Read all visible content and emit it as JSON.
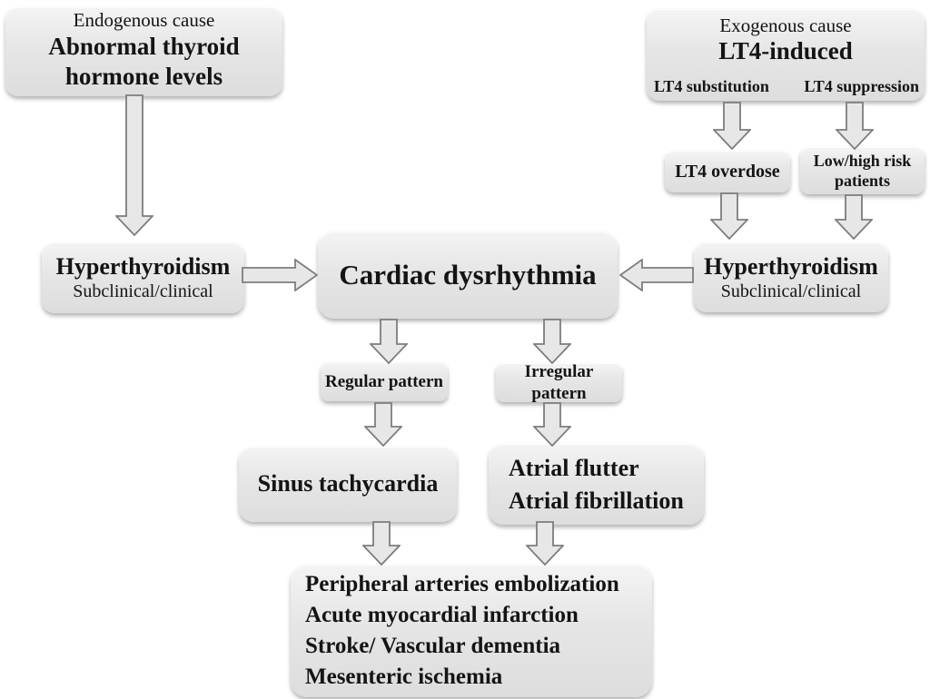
{
  "colors": {
    "background": "#ffffff",
    "box_fill": "#e4e4e4",
    "box_fill_highlight": "#f4f4f4",
    "arrow_fill": "#e7e7e7",
    "arrow_stroke": "#7d7d7d",
    "text": "#141414"
  },
  "nodes": {
    "endogenous": {
      "subtitle": "Endogenous cause",
      "title": "Abnormal thyroid hormone levels"
    },
    "exogenous": {
      "subtitle": "Exogenous cause",
      "title": "LT4-induced",
      "left_label": "LT4 substitution",
      "right_label": "LT4 suppression"
    },
    "lt4_overdose": {
      "title": "LT4 overdose"
    },
    "low_high_risk": {
      "title": "Low/high risk patients"
    },
    "hyper_left": {
      "title": "Hyperthyroidism",
      "subtitle": "Subclinical/clinical"
    },
    "cardiac": {
      "title": "Cardiac dysrhythmia"
    },
    "hyper_right": {
      "title": "Hyperthyroidism",
      "subtitle": "Subclinical/clinical"
    },
    "regular": {
      "title": "Regular pattern"
    },
    "irregular": {
      "title": "Irregular pattern"
    },
    "sinus": {
      "title": "Sinus tachycardia"
    },
    "atrial": {
      "lines": [
        "Atrial flutter",
        "Atrial fibrillation"
      ]
    },
    "outcomes": {
      "lines": [
        "Peripheral arteries embolization",
        "Acute myocardial infarction",
        "Stroke/ Vascular dementia",
        "Mesenteric ischemia"
      ]
    }
  }
}
